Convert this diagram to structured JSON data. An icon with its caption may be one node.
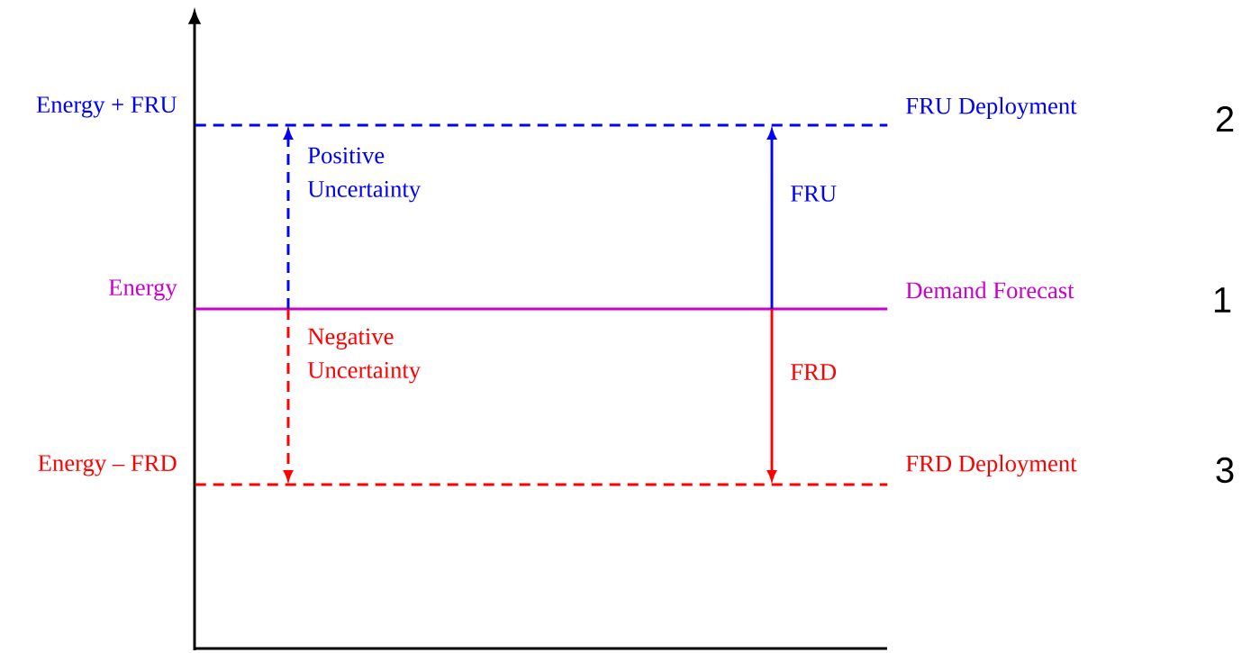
{
  "diagram": {
    "nodes": [
      {
        "text": [],
        "shape": "line"
      },
      {
        "text": [],
        "shape": "line"
      },
      {
        "text": [],
        "shape": "line"
      }
    ],
    "edges": [
      {
        "from": 1,
        "to": 0,
        "arrow": "to",
        "label": "Positive Uncertainty",
        "style": "dashed",
        "color": "#0000ff"
      },
      {
        "from": 1,
        "to": 0,
        "arrow": "to",
        "label": "FRU",
        "color": "#0000ff"
      },
      {
        "from": 1,
        "to": 2,
        "arrow": "to",
        "label": "Negative Uncertainty",
        "style": "dashed",
        "color": "#ff0000"
      },
      {
        "from": 1,
        "to": 2,
        "arrow": "to",
        "label": "FRD",
        "color": "#ff0000"
      }
    ],
    "labels": [
      "Energy + FRU",
      "FRU Deployment",
      "2",
      "Energy",
      "Demand Forecast",
      "1",
      "Energy – FRD",
      "FRD Deployment",
      "3"
    ]
  }
}
